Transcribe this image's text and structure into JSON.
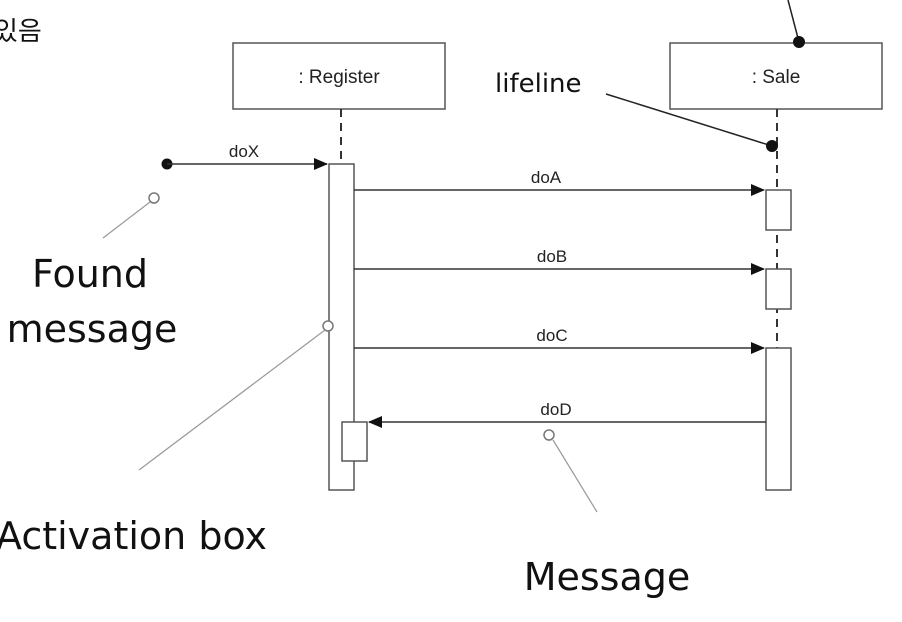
{
  "header": {
    "corner_text": "있음"
  },
  "objects": [
    {
      "name": ": Register"
    },
    {
      "name": ": Sale"
    }
  ],
  "messages": [
    {
      "label": "doX"
    },
    {
      "label": "doA"
    },
    {
      "label": "doB"
    },
    {
      "label": "doC"
    },
    {
      "label": "doD"
    }
  ],
  "annotations": {
    "lifeline": "lifeline",
    "found_message_line1": "Found",
    "found_message_line2": "message",
    "activation_box": "Activation box",
    "message": "Message"
  },
  "colors": {
    "line": "#333333",
    "box_fill": "#ffffff",
    "text": "#111111"
  }
}
